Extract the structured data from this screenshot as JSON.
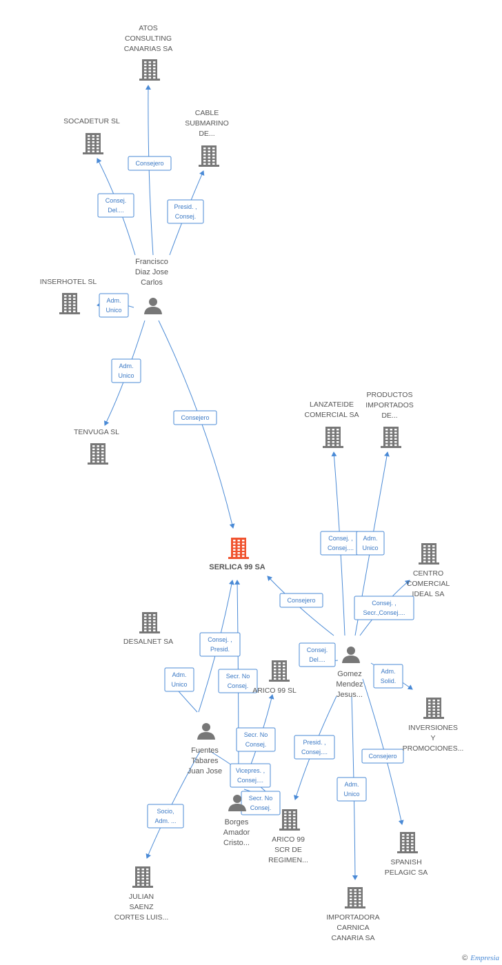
{
  "brand": {
    "copyright": "©",
    "name": "Empresia"
  },
  "colors": {
    "edge": "#4a8ad6",
    "company": "#777777",
    "center": "#f0532f",
    "person": "#777777",
    "label_text": "#3a78c4"
  },
  "nodes": [
    {
      "id": "serlica",
      "kind": "center",
      "label": [
        "SERLICA 99 SA"
      ]
    },
    {
      "id": "atos",
      "kind": "company",
      "label": [
        "ATOS",
        "CONSULTING",
        "CANARIAS SA"
      ]
    },
    {
      "id": "socadetur",
      "kind": "company",
      "label": [
        "SOCADETUR SL"
      ]
    },
    {
      "id": "cable",
      "kind": "company",
      "label": [
        "CABLE",
        "SUBMARINO",
        "DE..."
      ]
    },
    {
      "id": "inserhotel",
      "kind": "company",
      "label": [
        "INSERHOTEL SL"
      ]
    },
    {
      "id": "tenvuga",
      "kind": "company",
      "label": [
        "TENVUGA SL"
      ]
    },
    {
      "id": "francisco",
      "kind": "person",
      "label": [
        "Francisco",
        "Diaz Jose",
        "Carlos"
      ]
    },
    {
      "id": "lanzateide",
      "kind": "company",
      "label": [
        "LANZATEIDE",
        "COMERCIAL SA"
      ]
    },
    {
      "id": "productos",
      "kind": "company",
      "label": [
        "PRODUCTOS",
        "IMPORTADOS",
        "DE..."
      ]
    },
    {
      "id": "centro",
      "kind": "company",
      "label": [
        "CENTRO",
        "COMERCIAL",
        "IDEAL SA"
      ]
    },
    {
      "id": "gomez",
      "kind": "person",
      "label": [
        "Gomez",
        "Mendez",
        "Jesus..."
      ]
    },
    {
      "id": "inversiones",
      "kind": "company",
      "label": [
        "INVERSIONES",
        "Y",
        "PROMOCIONES..."
      ]
    },
    {
      "id": "spanish",
      "kind": "company",
      "label": [
        "SPANISH",
        "PELAGIC SA"
      ]
    },
    {
      "id": "importadora",
      "kind": "company",
      "label": [
        "IMPORTADORA",
        "CARNICA",
        "CANARIA SA"
      ]
    },
    {
      "id": "arico_scr",
      "kind": "company",
      "label": [
        "ARICO 99",
        "SCR DE",
        "REGIMEN..."
      ]
    },
    {
      "id": "arico_sl",
      "kind": "company",
      "label": [
        "ARICO 99 SL"
      ]
    },
    {
      "id": "desalnet",
      "kind": "company",
      "label": [
        "DESALNET SA"
      ]
    },
    {
      "id": "fuentes",
      "kind": "person",
      "label": [
        "Fuentes",
        "Tabares",
        "Juan Jose"
      ]
    },
    {
      "id": "borges",
      "kind": "person",
      "label": [
        "Borges",
        "Amador",
        "Cristo..."
      ]
    },
    {
      "id": "julian",
      "kind": "company",
      "label": [
        "JULIAN",
        "SAENZ",
        "CORTES LUIS..."
      ]
    }
  ],
  "edges": [
    {
      "from": "francisco",
      "to": "atos",
      "label": [
        "Consejero"
      ]
    },
    {
      "from": "francisco",
      "to": "socadetur",
      "label": [
        "Consej.",
        "Del...."
      ]
    },
    {
      "from": "francisco",
      "to": "cable",
      "label": [
        "Presid. ,",
        "Consej."
      ]
    },
    {
      "from": "francisco",
      "to": "inserhotel",
      "label": [
        "Adm.",
        "Unico"
      ]
    },
    {
      "from": "francisco",
      "to": "tenvuga",
      "label": [
        "Adm.",
        "Unico"
      ]
    },
    {
      "from": "francisco",
      "to": "serlica",
      "label": [
        "Consejero"
      ]
    },
    {
      "from": "gomez",
      "to": "lanzateide",
      "label": [
        "Consej. ,",
        "Consej...."
      ]
    },
    {
      "from": "gomez",
      "to": "productos",
      "label": [
        "Adm.",
        "Unico"
      ]
    },
    {
      "from": "gomez",
      "to": "centro",
      "label": [
        "Consej. ,",
        "Secr.,Consej...."
      ]
    },
    {
      "from": "gomez",
      "to": "serlica",
      "label": [
        "Consejero"
      ]
    },
    {
      "from": "gomez",
      "to": "inversiones",
      "label": [
        "Adm.",
        "Solid."
      ]
    },
    {
      "from": "gomez",
      "to": "spanish",
      "label": [
        "Consejero"
      ]
    },
    {
      "from": "gomez",
      "to": "importadora",
      "label": [
        "Adm.",
        "Unico"
      ]
    },
    {
      "from": "gomez",
      "to": "arico_scr",
      "label": [
        "Presid. ,",
        "Consej...."
      ]
    },
    {
      "from": "gomez",
      "to": "arico_sl",
      "label": [
        "Consej.",
        "Del...."
      ]
    },
    {
      "from": "fuentes",
      "to": "serlica",
      "label": [
        "Consej. ,",
        "Presid."
      ]
    },
    {
      "from": "fuentes",
      "to": "desalnet",
      "label": [
        "Adm.",
        "Unico"
      ]
    },
    {
      "from": "fuentes",
      "to": "julian",
      "label": [
        "Socio,",
        "Adm. ..."
      ]
    },
    {
      "from": "fuentes",
      "to": "arico_scr",
      "label": [
        "Vicepres. ,",
        "Consej...."
      ]
    },
    {
      "from": "borges",
      "to": "serlica",
      "label": [
        "Secr.  No",
        "Consej."
      ]
    },
    {
      "from": "borges",
      "to": "arico_sl",
      "label": [
        "Secr.  No",
        "Consej."
      ]
    },
    {
      "from": "borges",
      "to": "arico_scr",
      "label": [
        "Secr.  No",
        "Consej."
      ]
    }
  ]
}
